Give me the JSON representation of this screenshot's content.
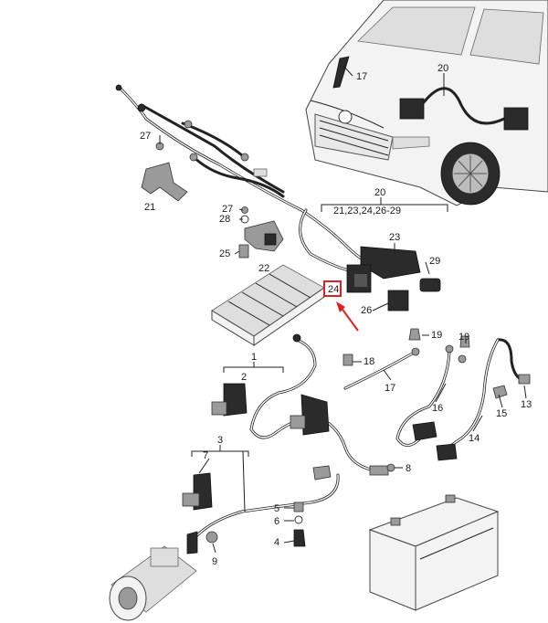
{
  "callouts": [
    {
      "id": "c17a",
      "text": "17"
    },
    {
      "id": "c20a",
      "text": "20"
    },
    {
      "id": "c27a",
      "text": "27"
    },
    {
      "id": "c21",
      "text": "21"
    },
    {
      "id": "c20b",
      "text": "20"
    },
    {
      "id": "c20group",
      "text": "21,23,24,26-29"
    },
    {
      "id": "c27b",
      "text": "27"
    },
    {
      "id": "c28",
      "text": "28"
    },
    {
      "id": "c23",
      "text": "23"
    },
    {
      "id": "c25",
      "text": "25"
    },
    {
      "id": "c22",
      "text": "22"
    },
    {
      "id": "c29",
      "text": "29"
    },
    {
      "id": "c24",
      "text": "24"
    },
    {
      "id": "c26",
      "text": "26"
    },
    {
      "id": "c19a",
      "text": "19"
    },
    {
      "id": "c19b",
      "text": "19"
    },
    {
      "id": "c1",
      "text": "1"
    },
    {
      "id": "c18",
      "text": "18"
    },
    {
      "id": "c2",
      "text": "2"
    },
    {
      "id": "c17b",
      "text": "17"
    },
    {
      "id": "c16",
      "text": "16"
    },
    {
      "id": "c15",
      "text": "15"
    },
    {
      "id": "c13",
      "text": "13"
    },
    {
      "id": "c14",
      "text": "14"
    },
    {
      "id": "c3",
      "text": "3"
    },
    {
      "id": "c7",
      "text": "7"
    },
    {
      "id": "c8",
      "text": "8"
    },
    {
      "id": "c5",
      "text": "5"
    },
    {
      "id": "c6",
      "text": "6"
    },
    {
      "id": "c4",
      "text": "4"
    },
    {
      "id": "c9",
      "text": "9"
    }
  ],
  "highlight": {
    "callout": "24",
    "color": "#e02020"
  }
}
